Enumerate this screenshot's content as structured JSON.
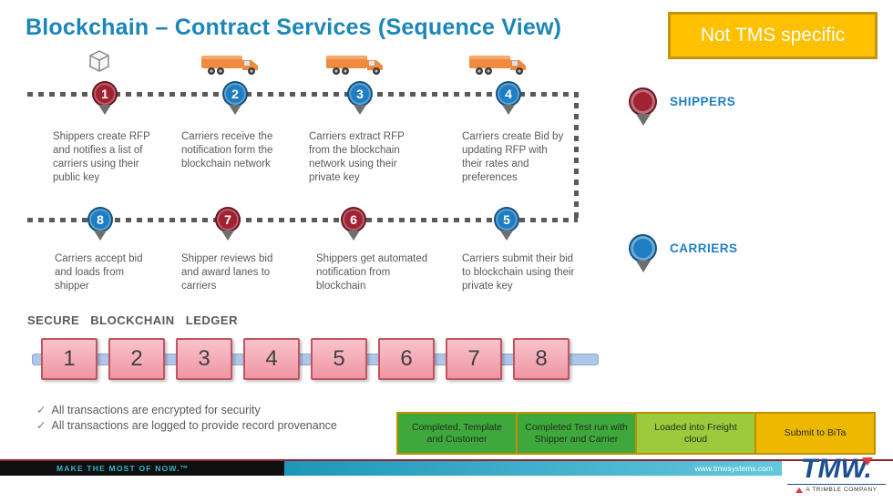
{
  "title": "Blockchain – Contract Services (Sequence View)",
  "badge": {
    "label": "Not TMS specific",
    "bg": "#FFC000",
    "border": "#C49410"
  },
  "steps": [
    {
      "num": "1",
      "actor": "shipper",
      "color": "#a02334",
      "text": "Shippers create RFP and notifies a list of carriers using their public key"
    },
    {
      "num": "2",
      "actor": "carrier",
      "color": "#1f7ec2",
      "text": "Carriers receive the notification form the blockchain network"
    },
    {
      "num": "3",
      "actor": "carrier",
      "color": "#1f7ec2",
      "text": "Carriers extract RFP from the blockchain network using their private key"
    },
    {
      "num": "4",
      "actor": "carrier",
      "color": "#1f7ec2",
      "text": "Carriers create Bid by updating RFP with their rates and preferences"
    },
    {
      "num": "5",
      "actor": "carrier",
      "color": "#1f7ec2",
      "text": "Carriers submit their bid to blockchain using their private key"
    },
    {
      "num": "6",
      "actor": "shipper",
      "color": "#a02334",
      "text": "Shippers get automated notification from blockchain"
    },
    {
      "num": "7",
      "actor": "shipper",
      "color": "#a02334",
      "text": "Shipper reviews bid and award lanes to carriers"
    },
    {
      "num": "8",
      "actor": "carrier",
      "color": "#1f7ec2",
      "text": "Carriers accept bid and loads from shipper"
    }
  ],
  "legend": {
    "shippers": {
      "label": "SHIPPERS",
      "color": "#a02334"
    },
    "carriers": {
      "label": "CARRIERS",
      "color": "#1f7ec2"
    }
  },
  "ledger": {
    "heading": "SECURE BLOCKCHAIN LEDGER",
    "blocks": [
      "1",
      "2",
      "3",
      "4",
      "5",
      "6",
      "7",
      "8"
    ]
  },
  "checklist": [
    "All transactions are encrypted for security",
    "All transactions are logged to provide record provenance"
  ],
  "icons": {
    "check": "✓"
  },
  "status": [
    {
      "label": "Completed, Template and Customer",
      "bg": "#3fa83c"
    },
    {
      "label": "Completed Test run with Shipper and Carrier",
      "bg": "#3fa83c"
    },
    {
      "label": "Loaded into Freight cloud",
      "bg": "#9bcb3c"
    },
    {
      "label": "Submit to BiTa",
      "bg": "#eeb800"
    }
  ],
  "footer": {
    "tagline": "MAKE THE MOST OF NOW.™",
    "url": "www.tmwsystems.com",
    "logo": "TMW.",
    "logo_sub": "A TRIMBLE COMPANY"
  }
}
